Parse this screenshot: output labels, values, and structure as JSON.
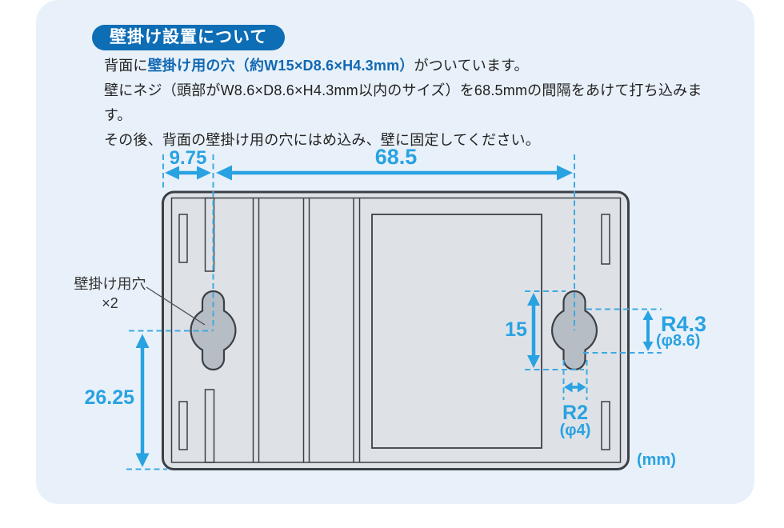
{
  "header": {
    "title": "壁掛け設置について"
  },
  "intro": {
    "line1_pre": "背面に",
    "line1_highlight": "壁掛け用の穴（約W15×D8.6×H4.3mm）",
    "line1_post": "がついています。",
    "line2": "壁にネジ（頭部がW8.6×D8.6×H4.3mm以内のサイズ）を68.5mmの間隔をあけて打ち込みます。",
    "line3": "その後、背面の壁掛け用の穴にはめ込み、壁に固定してください。"
  },
  "diagram": {
    "hole_label_line1": "壁掛け用穴",
    "hole_label_line2": "×2",
    "dims": {
      "edge_to_hole": "9.75",
      "hole_pitch": "68.5",
      "hole_to_bottom": "26.25",
      "hole_height": "15",
      "large_radius": "R4.3",
      "large_diameter": "(φ8.6)",
      "small_radius": "R2",
      "small_diameter": "(φ4)",
      "unit": "(mm)"
    }
  },
  "colors": {
    "accent_blue": "#29a2e2",
    "dashed_blue": "#3fa9e2",
    "badge_blue": "#0d6db5",
    "highlight_text_blue": "#1268b2",
    "panel_bg": "#e8f1f9",
    "device_fill": "#dee2e7",
    "hole_fill": "#b7bdc4",
    "outline": "#3b4046"
  }
}
